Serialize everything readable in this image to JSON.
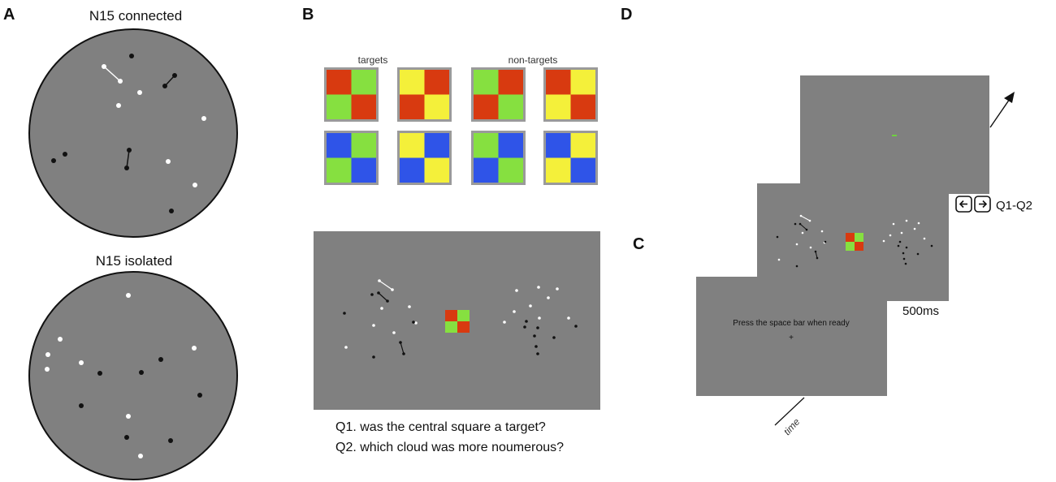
{
  "panels": {
    "A": {
      "letter": "A",
      "top_title": "N15 connected",
      "bottom_title": "N15 isolated"
    },
    "B": {
      "letter": "B",
      "targets_label": "targets",
      "nontargets_label": "non-targets",
      "q1": "Q1. was the central square a target?",
      "q2": "Q2. which cloud was more noumerous?"
    },
    "C": {
      "letter": "C"
    },
    "D": {
      "letter": "D",
      "ready_text": "Press the space bar when ready",
      "fixation": "+",
      "duration": "500ms",
      "response": "Q1-Q2",
      "time_label": "time"
    }
  },
  "colors": {
    "screen_gray": "#808080",
    "red": "#d83a10",
    "green": "#86e040",
    "yellow": "#f4f03a",
    "blue": "#2f54e8",
    "frame": "#9a9a9a"
  },
  "icons": [
    "left-arrow-key-icon",
    "right-arrow-key-icon",
    "arrow-icon"
  ]
}
